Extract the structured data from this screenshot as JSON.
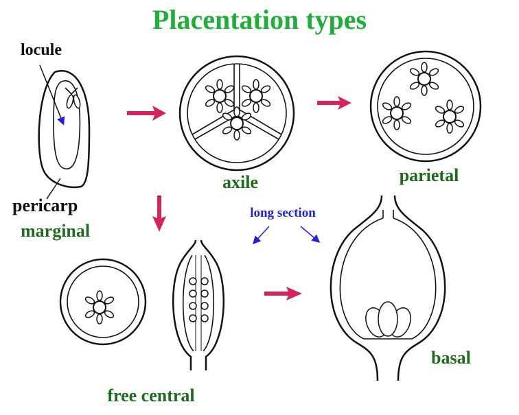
{
  "title": "Placentation types",
  "labels": {
    "locule": "locule",
    "pericarp": "pericarp",
    "marginal": "marginal",
    "axile": "axile",
    "parietal": "parietal",
    "long_section": "long section",
    "free_central": "free central",
    "basal": "basal"
  },
  "colors": {
    "title": "#1fae3a",
    "label_green": "#1d6b1d",
    "arrow": "#d4245c",
    "blue": "#2222dd"
  }
}
